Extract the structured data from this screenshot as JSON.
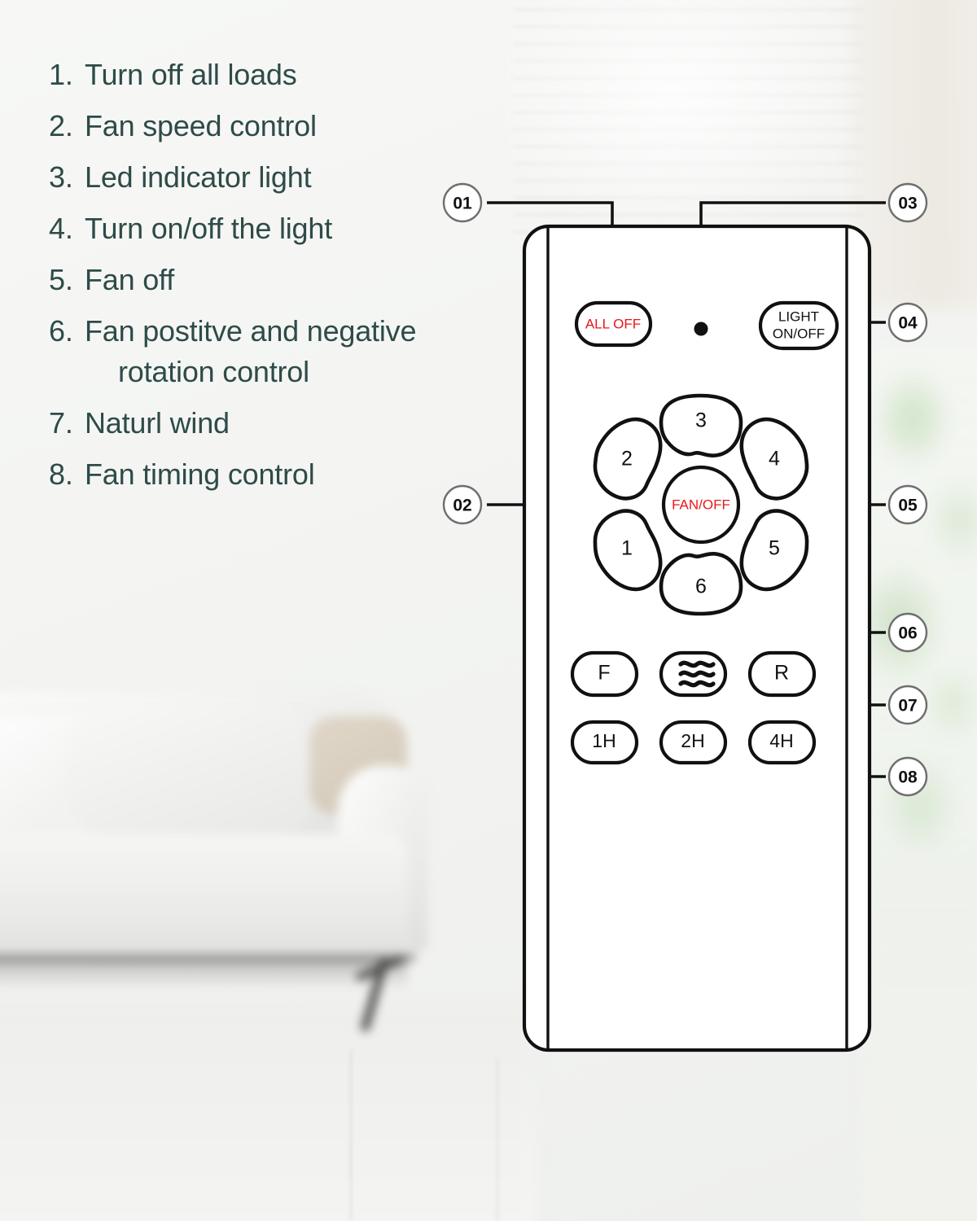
{
  "page": {
    "background_color": "#f4f5f3",
    "list_text_color": "#2e4b48",
    "accent_red": "#e8161b",
    "line_color": "#111111"
  },
  "instructions": {
    "items": [
      {
        "num": "1.",
        "text": "Turn off all loads",
        "cont": ""
      },
      {
        "num": "2.",
        "text": "Fan speed control",
        "cont": ""
      },
      {
        "num": "3.",
        "text": "Led indicator light",
        "cont": ""
      },
      {
        "num": "4.",
        "text": "Turn on/off the light",
        "cont": ""
      },
      {
        "num": "5.",
        "text": "Fan off",
        "cont": ""
      },
      {
        "num": "6.",
        "text": "Fan postitve and negative",
        "cont": "rotation control"
      },
      {
        "num": "7.",
        "text": "Naturl wind",
        "cont": ""
      },
      {
        "num": "8.",
        "text": "Fan timing control",
        "cont": ""
      }
    ]
  },
  "callouts": [
    {
      "id": "01",
      "label": "01",
      "target": "all-off-button"
    },
    {
      "id": "02",
      "label": "02",
      "target": "fan-speed-ring"
    },
    {
      "id": "03",
      "label": "03",
      "target": "led-indicator"
    },
    {
      "id": "04",
      "label": "04",
      "target": "light-on-off-button"
    },
    {
      "id": "05",
      "label": "05",
      "target": "fan-off-button"
    },
    {
      "id": "06",
      "label": "06",
      "target": "rotation-buttons"
    },
    {
      "id": "07",
      "label": "07",
      "target": "natural-wind-button"
    },
    {
      "id": "08",
      "label": "08",
      "target": "timer-buttons"
    }
  ],
  "remote": {
    "buttons": {
      "all_off": {
        "label": "ALL OFF",
        "color": "#e8161b"
      },
      "light_on_off": {
        "line1": "LIGHT",
        "line2": "ON/OFF",
        "color": "#111111"
      },
      "fan_off": {
        "label": "FAN/OFF",
        "color": "#e8161b"
      },
      "speeds": [
        {
          "label": "1"
        },
        {
          "label": "2"
        },
        {
          "label": "3"
        },
        {
          "label": "4"
        },
        {
          "label": "5"
        },
        {
          "label": "6"
        }
      ],
      "rotation": [
        {
          "label": "F",
          "name": "forward"
        },
        {
          "label": "",
          "name": "natural-wind",
          "icon": "wave-icon"
        },
        {
          "label": "R",
          "name": "reverse"
        }
      ],
      "timers": [
        {
          "label": "1H"
        },
        {
          "label": "2H"
        },
        {
          "label": "4H"
        }
      ]
    },
    "led_indicator": {
      "name": "led-indicator-dot"
    }
  }
}
